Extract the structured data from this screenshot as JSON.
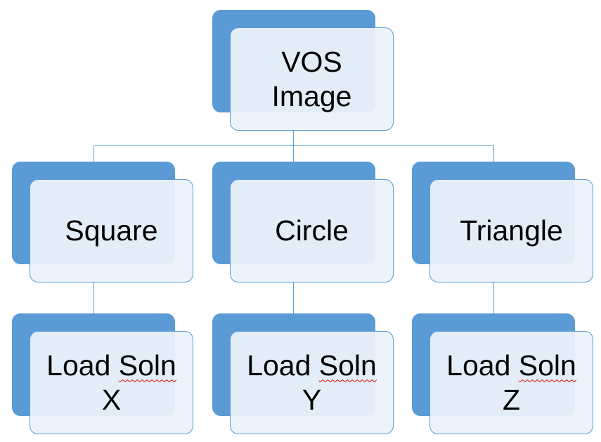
{
  "diagram": {
    "root": {
      "line1": "VOS",
      "line2": "Image"
    },
    "level1": [
      {
        "label": "Square"
      },
      {
        "label": "Circle"
      },
      {
        "label": "Triangle"
      }
    ],
    "level2": [
      {
        "word1": "Load",
        "word2": "Soln",
        "line2": "X"
      },
      {
        "word1": "Load",
        "word2": "Soln",
        "line2": "Y"
      },
      {
        "word1": "Load",
        "word2": "Soln",
        "line2": "Z"
      }
    ]
  },
  "colors": {
    "shape_fill": "#5b9bd5",
    "box_fill": "#ebf2fa",
    "connector": "#5b9bd5",
    "spellcheck_underline": "#e00000"
  }
}
